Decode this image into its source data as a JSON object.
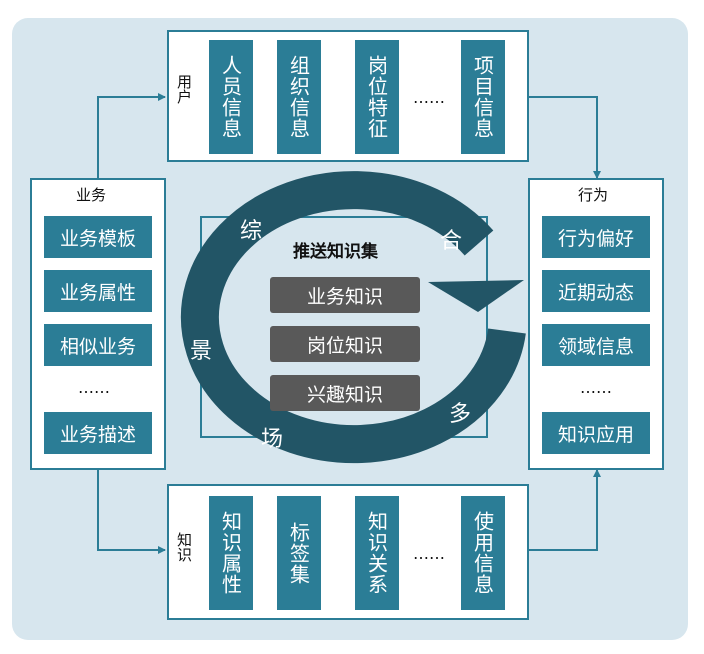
{
  "colors": {
    "tile": "#2b7d96",
    "background": "#d7e6ee",
    "cycle": "#225566",
    "knowledge_tile": "#595959"
  },
  "top_panel": {
    "label": "用户",
    "tiles": [
      "人员信息",
      "组织信息",
      "岗位特征",
      "项目信息"
    ],
    "ellipsis": "……"
  },
  "bottom_panel": {
    "label": "知识",
    "tiles": [
      "知识属性",
      "标签集",
      "知识关系",
      "使用信息"
    ],
    "ellipsis": "……"
  },
  "left_panel": {
    "label": "业务",
    "tiles": [
      "业务模板",
      "业务属性",
      "相似业务",
      "业务描述"
    ],
    "ellipsis": "……"
  },
  "right_panel": {
    "label": "行为",
    "tiles": [
      "行为偏好",
      "近期动态",
      "领域信息",
      "知识应用"
    ],
    "ellipsis": "……"
  },
  "center": {
    "title": "推送知识集",
    "items": [
      "业务知识",
      "岗位知识",
      "兴趣知识"
    ],
    "cycle_chars": [
      "综",
      "合",
      "多",
      "场",
      "景"
    ]
  }
}
